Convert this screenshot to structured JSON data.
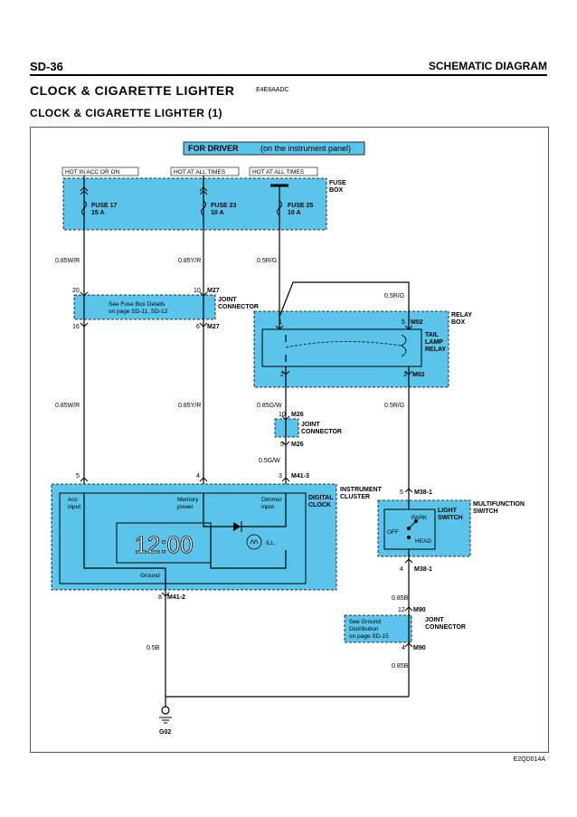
{
  "header": {
    "page_code": "SD-36",
    "section": "SCHEMATIC DIAGRAM",
    "title": "CLOCK & CIGARETTE LIGHTER",
    "title_code": "E4E8AADC",
    "subtitle": "CLOCK & CIGARETTE LIGHTER (1)"
  },
  "diagram": {
    "for_driver": "FOR DRIVER",
    "for_driver_note": "(on the instrument panel)",
    "hot_labels": [
      "HOT IN ACC OR ON",
      "HOT AT ALL TIMES",
      "HOT AT ALL TIMES"
    ],
    "fuse_box": [
      "FUSE",
      "BOX"
    ],
    "fuses": [
      {
        "name": "FUSE 17",
        "rating": "15 A"
      },
      {
        "name": "FUSE 23",
        "rating": "10 A"
      },
      {
        "name": "FUSE 25",
        "rating": "10 A"
      }
    ],
    "wires": {
      "w1": "0.85W/R",
      "w2": "0.85Y/R",
      "w3": "0.5R/G",
      "w4": "0.5R/G",
      "w5": "0.85W/R",
      "w6": "0.85Y/R",
      "w7": "0.85G/W",
      "w8": "0.5R/G",
      "w9": "0.5G/W",
      "w10": "0.85B",
      "w11": "0.5B",
      "w12": "0.85B"
    },
    "joint_connector_1": {
      "label": [
        "JOINT",
        "CONNECTOR"
      ],
      "note": [
        "See Fuse Box Details",
        "on page SD-11, SD-12"
      ],
      "pins_top": [
        "20",
        "10"
      ],
      "pins_bottom": [
        "16",
        "6"
      ],
      "code_top": "M27",
      "code_bottom": "M27"
    },
    "relay_box": {
      "label": [
        "RELAY",
        "BOX"
      ],
      "relay": [
        "TAIL",
        "LAMP",
        "RELAY"
      ],
      "pins": [
        "1",
        "5",
        "2",
        "3"
      ],
      "codes": [
        "M02",
        "M02"
      ]
    },
    "joint_connector_2": {
      "label": [
        "JOINT",
        "CONNECTOR"
      ],
      "pin_top": "10",
      "pin_bottom": "5",
      "code_top": "M26",
      "code_bottom": "M26"
    },
    "cluster": {
      "label": [
        "INSTRUMENT",
        "CLUSTER"
      ],
      "clock": [
        "DIGITAL",
        "CLOCK"
      ],
      "pins": [
        "5",
        "4",
        "3"
      ],
      "code": "M41-3",
      "inputs": [
        "Acc",
        "input",
        "Memory",
        "power",
        "Dimmer",
        "input"
      ],
      "display": "12:00",
      "ill": "ILL.",
      "ground": "Ground",
      "ground_pin": "8",
      "ground_code": "M41-2"
    },
    "light_switch": {
      "label": [
        "LIGHT",
        "SWITCH"
      ],
      "mf_label": [
        "MULTIFUNCTION",
        "SWITCH"
      ],
      "positions": [
        "PARK",
        "OFF",
        "HEAD"
      ],
      "pin_top": "5",
      "code_top": "M38-1",
      "pin_bottom": "4",
      "code_bottom": "M38-1"
    },
    "joint_connector_3": {
      "label": [
        "JOINT",
        "CONNECTOR"
      ],
      "note": [
        "See Ground",
        "Distribution",
        "on page SD-15"
      ],
      "pin_top": "12",
      "code_top": "M90",
      "pin_bottom": "4",
      "code_bottom": "M90"
    },
    "ground_label": "G02",
    "figure_code": "E2QD014A"
  },
  "colors": {
    "component_fill": "#5bc4ea",
    "wire": "#000000"
  }
}
